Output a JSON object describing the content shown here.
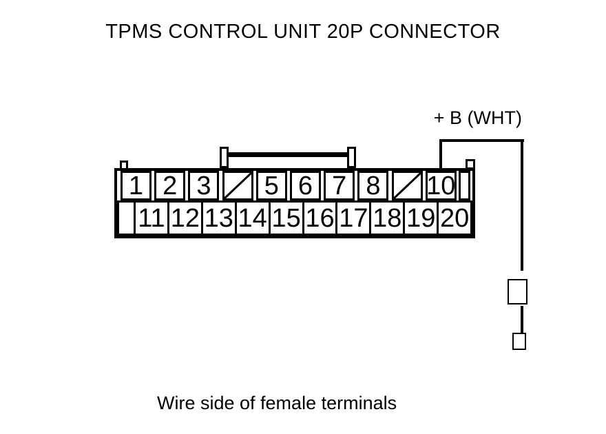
{
  "title": "TPMS CONTROL UNIT 20P CONNECTOR",
  "wire_label": "+ B (WHT)",
  "caption": "Wire side of female terminals",
  "colors": {
    "line": "#000000",
    "background": "#ffffff"
  },
  "connector": {
    "name": "TPMS control unit 20P connector",
    "blocked_marker": "/",
    "top_cells": [
      "1",
      "2",
      "3",
      "/",
      "5",
      "6",
      "7",
      "8",
      "/",
      "10",
      ""
    ],
    "bottom_cells": [
      "",
      "11",
      "12",
      "13",
      "14",
      "15",
      "16",
      "17",
      "18",
      "19",
      "20"
    ]
  }
}
